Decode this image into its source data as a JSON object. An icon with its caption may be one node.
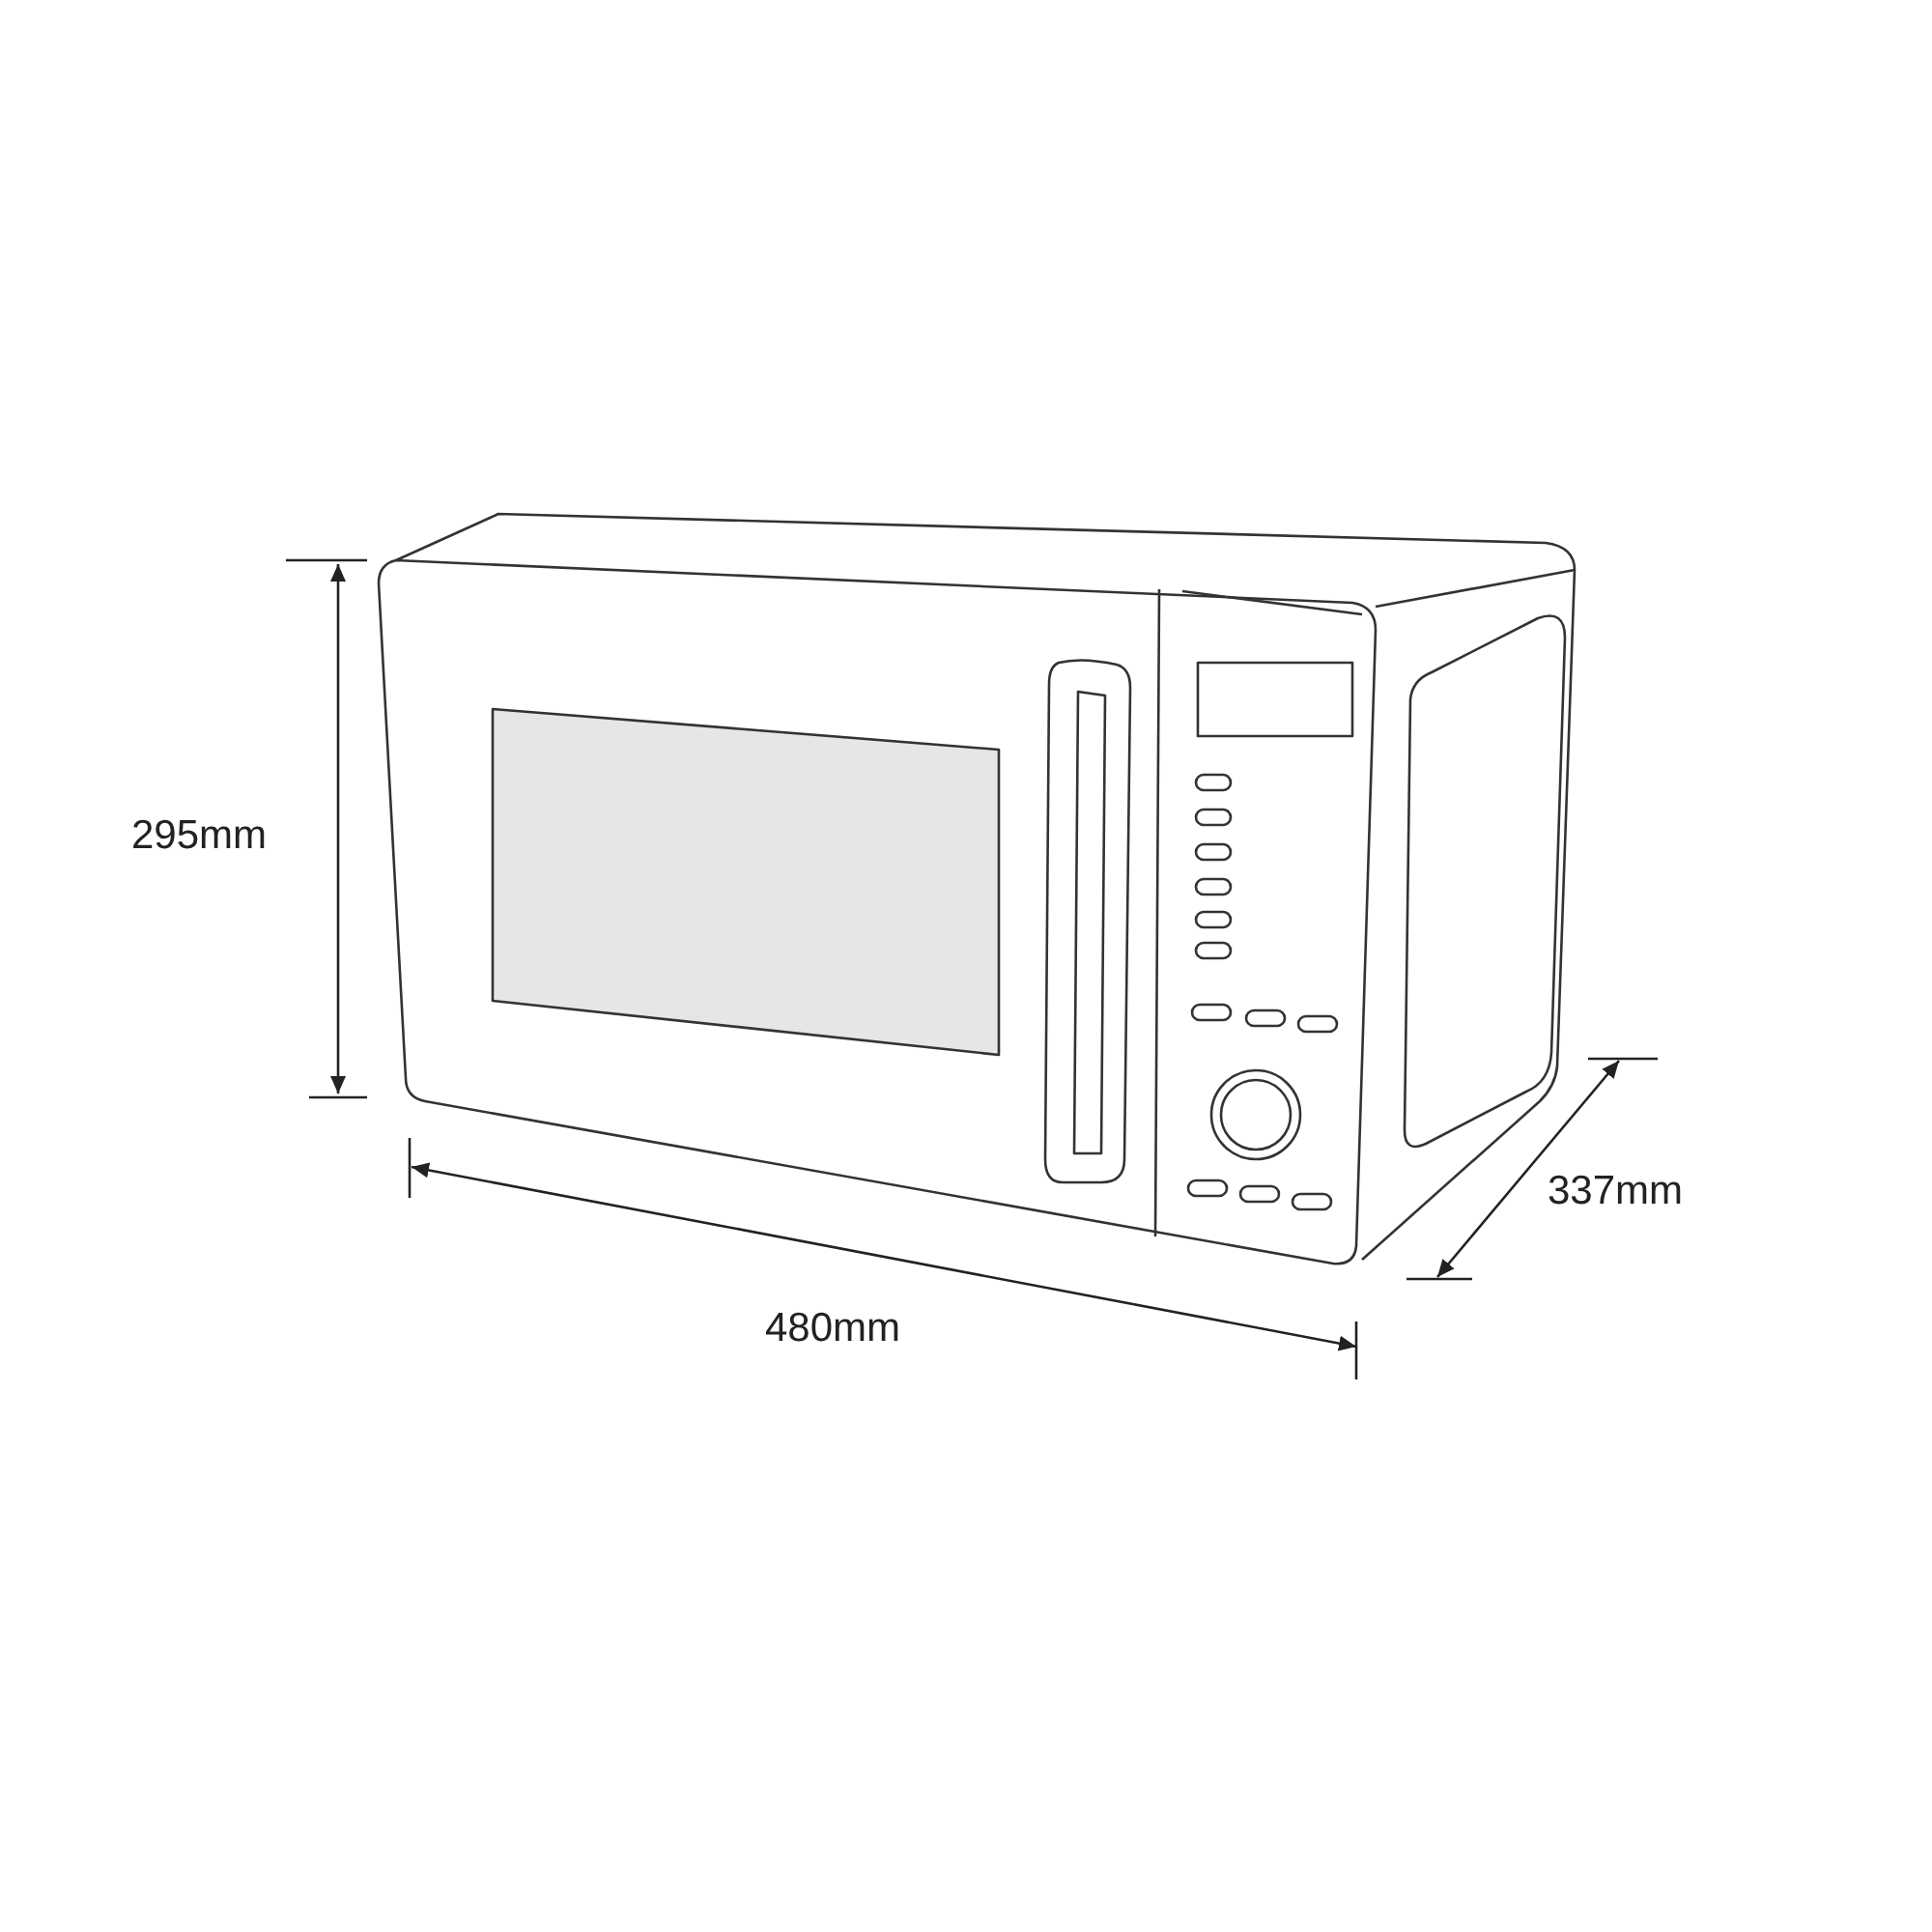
{
  "diagram": {
    "labels": [
      "295mm",
      "480mm",
      "337mm"
    ]
  }
}
